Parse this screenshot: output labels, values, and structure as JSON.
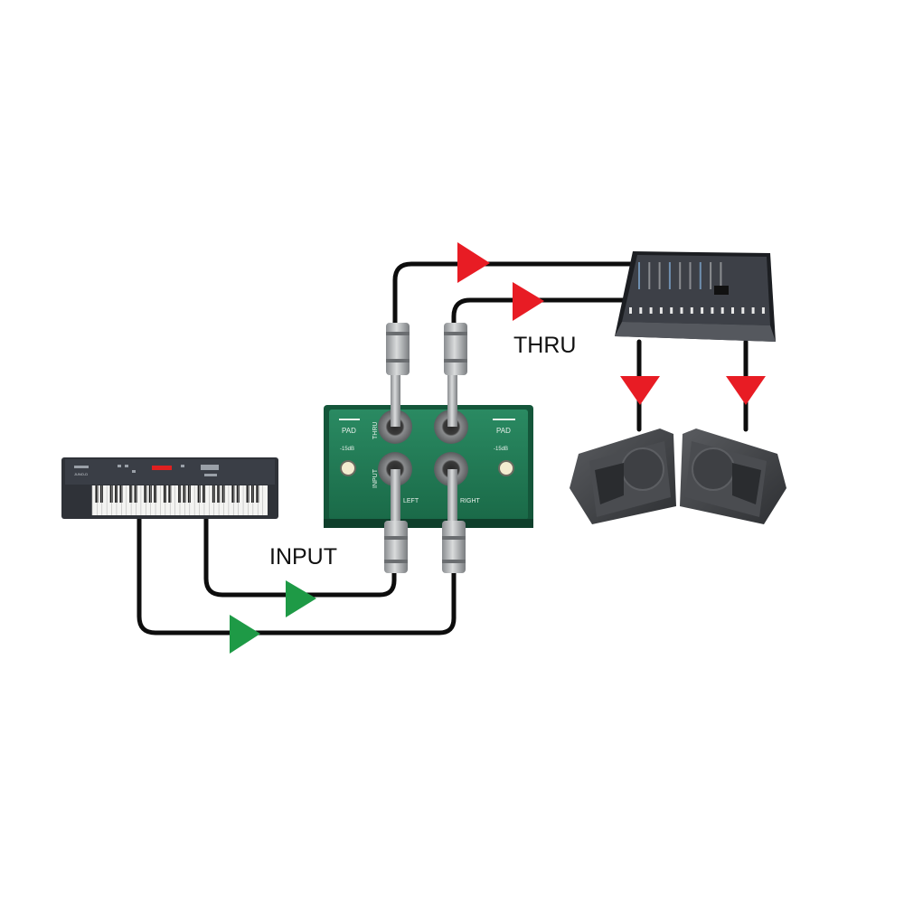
{
  "labels": {
    "input": "INPUT",
    "thru": "THRU"
  },
  "di_box": {
    "left_pad_label": "PAD",
    "left_pad_value": "-15dB",
    "right_pad_label": "PAD",
    "right_pad_value": "-15dB",
    "thru_label": "THRU",
    "input_label": "INPUT",
    "left_bottom_label": "LEFT",
    "right_bottom_label": "RIGHT"
  },
  "keyboard": {
    "model_text": "JUNO-D"
  },
  "colors": {
    "input_arrow": "#1e9a46",
    "output_arrow": "#e81c24",
    "cable": "#0d0d0d",
    "di_box": "#1f7a55",
    "device_dark": "#3a3d44"
  },
  "icons": {
    "input_arrow": "triangle-right",
    "output_arrow": "triangle-right",
    "speaker_arrow": "triangle-down"
  }
}
